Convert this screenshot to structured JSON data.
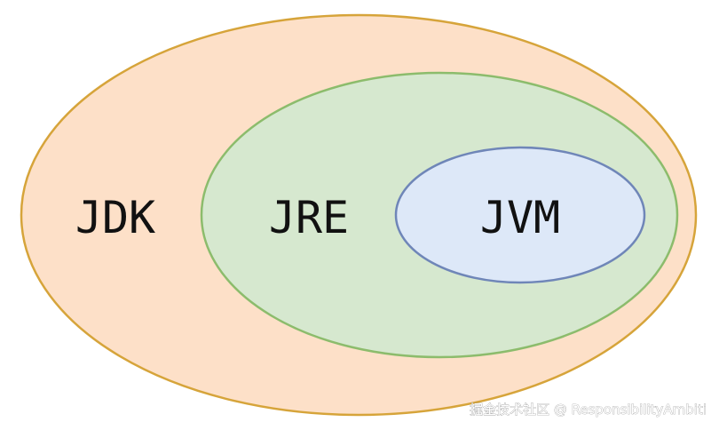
{
  "diagram": {
    "outer": {
      "label": "JDK",
      "fill": "#fde0c8",
      "stroke": "#d6a43a"
    },
    "middle": {
      "label": "JRE",
      "fill": "#d6e8cf",
      "stroke": "#8cbc6c"
    },
    "inner": {
      "label": "JVM",
      "fill": "#dde8f8",
      "stroke": "#6f86b8"
    }
  },
  "watermark": "掘金技术社区 @ ResponsibilityAmbiti"
}
